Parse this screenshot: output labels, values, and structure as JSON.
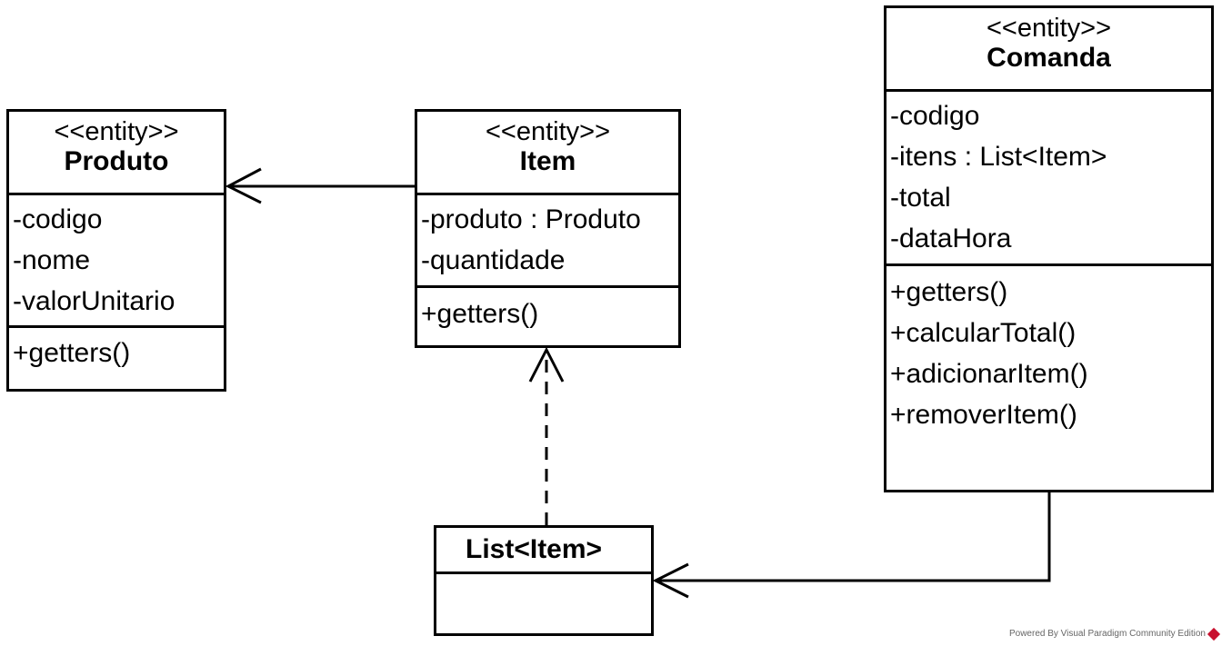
{
  "classes": {
    "produto": {
      "stereotype": "<<entity>>",
      "name": "Produto",
      "attributes": [
        "-codigo",
        "-nome",
        "-valorUnitario"
      ],
      "operations": [
        "+getters()"
      ]
    },
    "item": {
      "stereotype": "<<entity>>",
      "name": "Item",
      "attributes": [
        "-produto : Produto",
        "-quantidade"
      ],
      "operations": [
        "+getters()"
      ]
    },
    "comanda": {
      "stereotype": "<<entity>>",
      "name": "Comanda",
      "attributes": [
        "-codigo",
        "-itens : List<Item>",
        "-total",
        "-dataHora"
      ],
      "operations": [
        "+getters()",
        "+calcularTotal()",
        "+adicionarItem()",
        "+removerItem()"
      ]
    },
    "list_item": {
      "name": "List<Item>"
    }
  },
  "relationships": [
    {
      "from": "Item",
      "to": "Produto",
      "type": "association",
      "style": "solid",
      "arrow": "open"
    },
    {
      "from": "List<Item>",
      "to": "Item",
      "type": "dependency",
      "style": "dashed",
      "arrow": "open"
    },
    {
      "from": "Comanda",
      "to": "List<Item>",
      "type": "association",
      "style": "solid",
      "arrow": "open"
    }
  ],
  "footer": {
    "text": "Powered By⁠ Visual Paradigm Community Edition",
    "logo_color": "#c8102e"
  }
}
